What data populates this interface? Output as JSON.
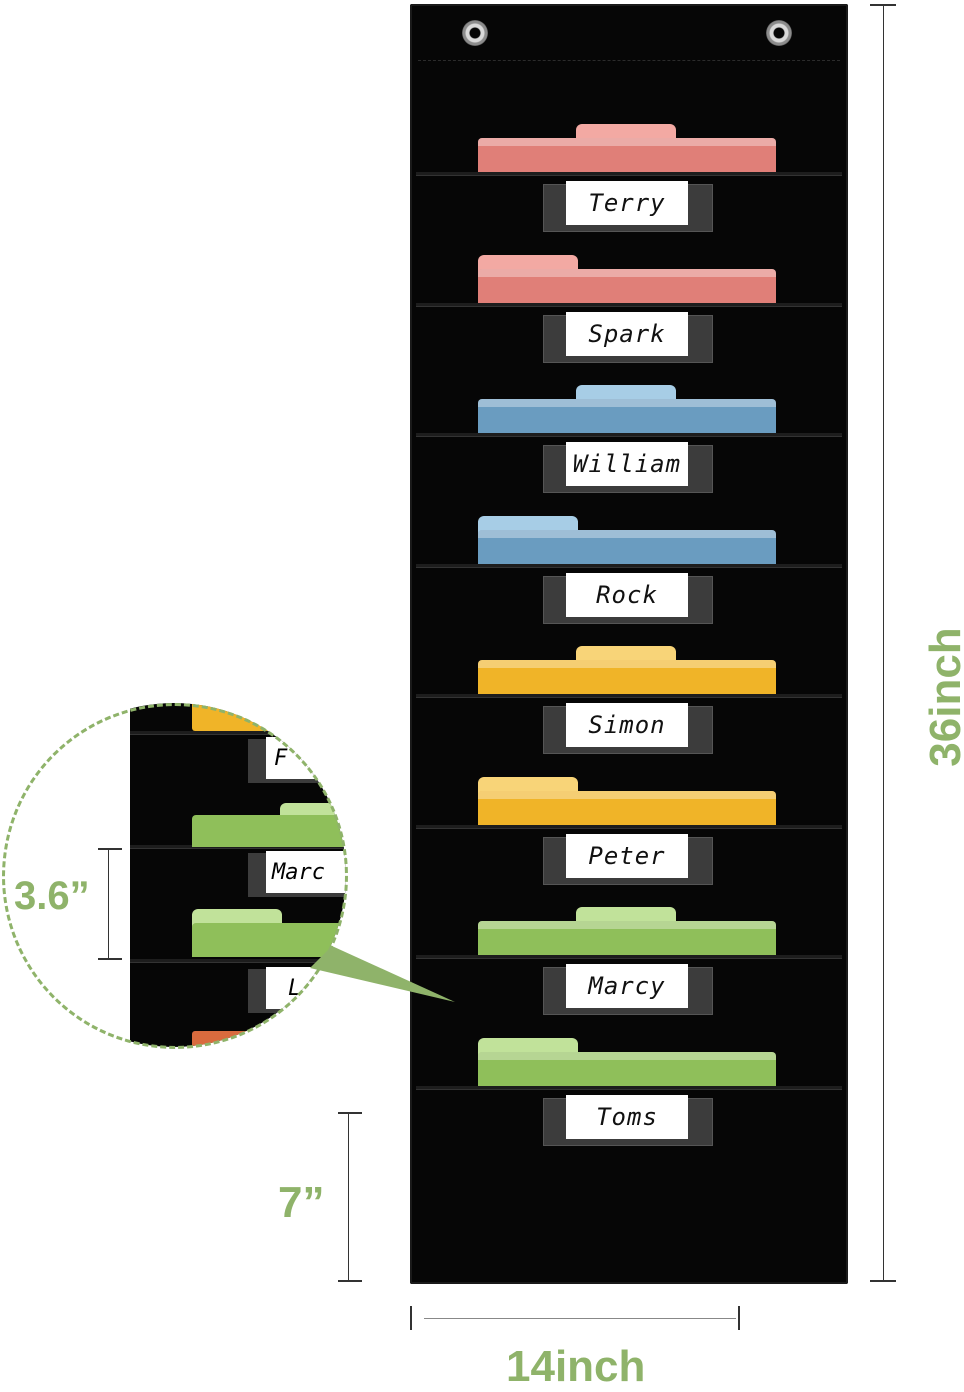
{
  "folders": [
    {
      "name": "Terry",
      "color": "#e07f78",
      "tab_color": "#f3a9a3",
      "tab": "center"
    },
    {
      "name": "Spark",
      "color": "#e07f78",
      "tab_color": "#f3a9a3",
      "tab": "left"
    },
    {
      "name": "William",
      "color": "#6a9cc0",
      "tab_color": "#a7cde6",
      "tab": "center"
    },
    {
      "name": "Rock",
      "color": "#6a9cc0",
      "tab_color": "#a7cde6",
      "tab": "left"
    },
    {
      "name": "Simon",
      "color": "#f0b428",
      "tab_color": "#f8d478",
      "tab": "center"
    },
    {
      "name": "Peter",
      "color": "#f0b428",
      "tab_color": "#f8d478",
      "tab": "left"
    },
    {
      "name": "Marcy",
      "color": "#8fbf5a",
      "tab_color": "#c1e29a",
      "tab": "center"
    },
    {
      "name": "Toms",
      "color": "#8fbf5a",
      "tab_color": "#c1e29a",
      "tab": "left"
    }
  ],
  "dimensions": {
    "height": "36inch",
    "width": "14inch",
    "pocket_spacing": "3.6”",
    "bottom_pocket": "7”"
  },
  "zoom": {
    "labels": [
      "Marc",
      "L",
      "F"
    ]
  },
  "accent_color": "#8fb36a"
}
